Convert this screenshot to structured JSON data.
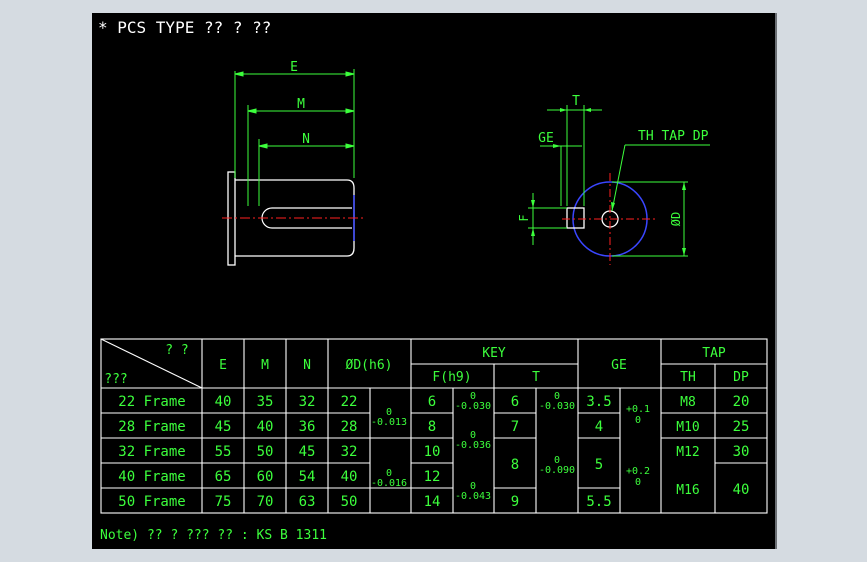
{
  "title": "* PCS TYPE ?? ? ??",
  "drawing": {
    "dims": {
      "E": "E",
      "M": "M",
      "N": "N",
      "T": "T",
      "GE": "GE",
      "TH_TAP_DP": "TH TAP DP",
      "F": "F",
      "D": "ØD"
    }
  },
  "table": {
    "corner_top": "? ?",
    "corner_bottom": "???",
    "headers": {
      "E": "E",
      "M": "M",
      "N": "N",
      "D": "ØD(h6)",
      "KEY": "KEY",
      "F": "F(h9)",
      "T": "T",
      "GE": "GE",
      "TAP": "TAP",
      "TH": "TH",
      "DP": "DP"
    },
    "rows": [
      {
        "frame": "22 Frame",
        "E": "40",
        "M": "35",
        "N": "32",
        "D": "22",
        "F": "6",
        "T": "6",
        "GE": "3.5",
        "TH": "M8",
        "DP": "20"
      },
      {
        "frame": "28 Frame",
        "E": "45",
        "M": "40",
        "N": "36",
        "D": "28",
        "F": "8",
        "T": "7",
        "GE": "4",
        "TH": "M10",
        "DP": "25"
      },
      {
        "frame": "32 Frame",
        "E": "55",
        "M": "50",
        "N": "45",
        "D": "32",
        "F": "10",
        "T": "8",
        "GE": "5",
        "TH": "M12",
        "DP": "30"
      },
      {
        "frame": "40 Frame",
        "E": "65",
        "M": "60",
        "N": "54",
        "D": "40",
        "F": "12",
        "TH": "M16",
        "DP": "40"
      },
      {
        "frame": "50 Frame",
        "E": "75",
        "M": "70",
        "N": "63",
        "D": "50",
        "F": "14",
        "T": "9",
        "GE": "5.5"
      }
    ],
    "tol": {
      "D_a_upper": "0",
      "D_a_lower": "-0.013",
      "D_b_upper": "0",
      "D_b_lower": "-0.016",
      "F_a_upper": "0",
      "F_a_lower": "-0.030",
      "F_b_upper": "0",
      "F_b_lower": "-0.036",
      "F_c_upper": "0",
      "F_c_lower": "-0.043",
      "T_a_upper": "0",
      "T_a_lower": "-0.030",
      "T_b_upper": "0",
      "T_b_lower": "-0.090",
      "GE_a_upper": "+0.1",
      "GE_a_lower": "0",
      "GE_b_upper": "+0.2",
      "GE_b_lower": "0"
    }
  },
  "note": "Note) ?? ? ??? ?? : KS B 1311"
}
